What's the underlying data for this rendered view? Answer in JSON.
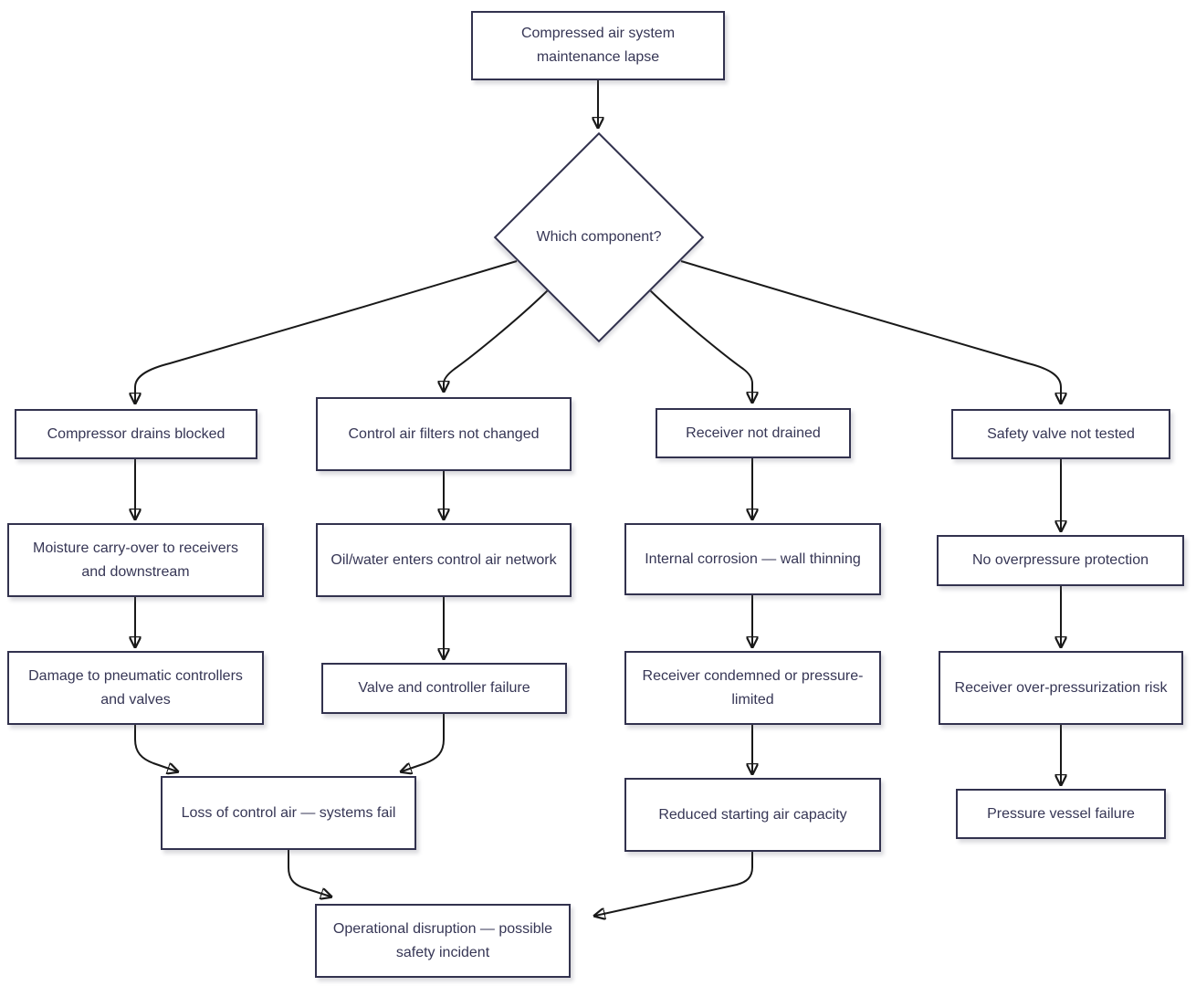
{
  "diagram": {
    "type": "flowchart",
    "direction": "top-down",
    "nodes": {
      "root": {
        "label": "Compressed air system maintenance lapse",
        "shape": "rect"
      },
      "decision": {
        "label": "Which component?",
        "shape": "diamond"
      },
      "c1r1": {
        "label": "Compressor drains blocked",
        "shape": "rect"
      },
      "c2r1": {
        "label": "Control air filters not changed",
        "shape": "rect"
      },
      "c3r1": {
        "label": "Receiver not drained",
        "shape": "rect"
      },
      "c4r1": {
        "label": "Safety valve not tested",
        "shape": "rect"
      },
      "c1r2": {
        "label": "Moisture carry-over to receivers and downstream",
        "shape": "rect"
      },
      "c2r2": {
        "label": "Oil/water enters control air network",
        "shape": "rect"
      },
      "c3r2": {
        "label": "Internal corrosion — wall thinning",
        "shape": "rect"
      },
      "c4r2": {
        "label": "No overpressure protection",
        "shape": "rect"
      },
      "c1r3": {
        "label": "Damage to pneumatic controllers and valves",
        "shape": "rect"
      },
      "c2r3": {
        "label": "Valve and controller failure",
        "shape": "rect"
      },
      "c3r3": {
        "label": "Receiver condemned or pressure-limited",
        "shape": "rect"
      },
      "c4r3": {
        "label": "Receiver over-pressurization risk",
        "shape": "rect"
      },
      "loss": {
        "label": "Loss of control air — systems fail",
        "shape": "rect"
      },
      "c3r4": {
        "label": "Reduced starting air capacity",
        "shape": "rect"
      },
      "c4r4": {
        "label": "Pressure vessel failure",
        "shape": "rect"
      },
      "bottom": {
        "label": "Operational disruption — possible safety incident",
        "shape": "rect"
      }
    },
    "edges": [
      {
        "from": "root",
        "to": "decision"
      },
      {
        "from": "decision",
        "to": "c1r1"
      },
      {
        "from": "decision",
        "to": "c2r1"
      },
      {
        "from": "decision",
        "to": "c3r1"
      },
      {
        "from": "decision",
        "to": "c4r1"
      },
      {
        "from": "c1r1",
        "to": "c1r2"
      },
      {
        "from": "c1r2",
        "to": "c1r3"
      },
      {
        "from": "c1r3",
        "to": "loss"
      },
      {
        "from": "c2r1",
        "to": "c2r2"
      },
      {
        "from": "c2r2",
        "to": "c2r3"
      },
      {
        "from": "c2r3",
        "to": "loss"
      },
      {
        "from": "c3r1",
        "to": "c3r2"
      },
      {
        "from": "c3r2",
        "to": "c3r3"
      },
      {
        "from": "c3r3",
        "to": "c3r4"
      },
      {
        "from": "c3r4",
        "to": "bottom"
      },
      {
        "from": "c4r1",
        "to": "c4r2"
      },
      {
        "from": "c4r2",
        "to": "c4r3"
      },
      {
        "from": "c4r3",
        "to": "c4r4"
      },
      {
        "from": "loss",
        "to": "bottom"
      }
    ],
    "colors": {
      "node_border": "#32324e",
      "node_fill": "#ffffff",
      "node_text": "#363655",
      "edge_line": "#191919",
      "background": "#ffffff"
    }
  }
}
